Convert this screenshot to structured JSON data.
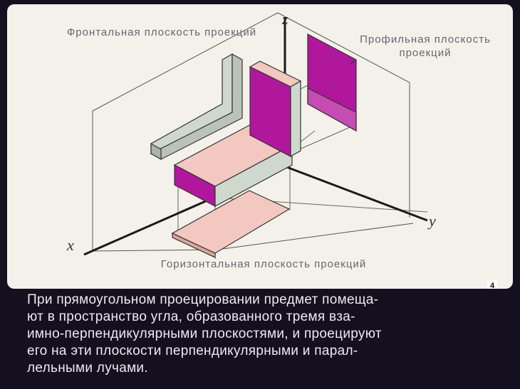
{
  "labels": {
    "frontal_plane": "Фронтальная плоскость проекций",
    "profile_plane": "Профильная плоскость проекций",
    "horizontal_plane": "Горизонтальная плоскость проекций"
  },
  "axes": {
    "x": "x",
    "y": "y",
    "z": "z"
  },
  "slide_number": "4",
  "caption_lines": [
    "При прямоугольном проецировании предмет помеща-",
    "ют в пространство угла, образованного тремя вза-",
    "имно-перпендикулярными плоскостями, и проецируют",
    "его на эти плоскости перпендикулярными и парал-",
    "лельными лучами."
  ],
  "colors": {
    "background": "#15101f",
    "panel": "#f4f1ea",
    "magenta": "#b1179c",
    "pink": "#f2c8c0",
    "gray_green": "#cfd8cc",
    "axis": "#1a1a1a"
  }
}
